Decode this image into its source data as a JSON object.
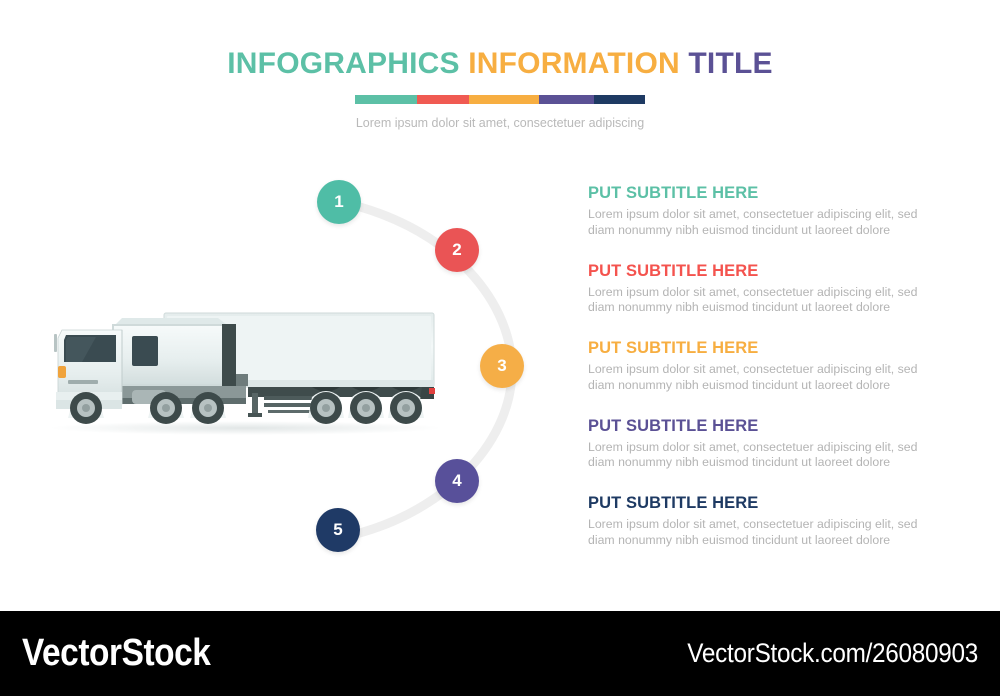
{
  "header": {
    "title_word_1": "INFOGRAPHICS",
    "title_word_2": "INFORMATION",
    "title_word_3": "TITLE",
    "subtitle": "Lorem ipsum dolor sit amet, consectetuer adipiscing"
  },
  "colors": {
    "teal": "#5CC0A6",
    "red": "#F05A52",
    "orange": "#F7AE41",
    "purple": "#5B5195",
    "navy": "#1E3A63",
    "curve_gray": "#EEEEEE",
    "body_text": "#b4b4b4"
  },
  "accent_bar": {
    "segments": [
      "#5CC0A6",
      "#F05A52",
      "#F7AE41",
      "#5B5195",
      "#1E3A63"
    ]
  },
  "nodes": [
    {
      "number": "1",
      "color": "#4FBDA6"
    },
    {
      "number": "2",
      "color": "#EA5455"
    },
    {
      "number": "3",
      "color": "#F5AE47"
    },
    {
      "number": "4",
      "color": "#58509A"
    },
    {
      "number": "5",
      "color": "#1F3A66"
    }
  ],
  "illustration": {
    "name": "semi-truck-with-trailer",
    "body_color": "#eef3f3",
    "wheel_color": "#3d4a4a",
    "taillight_color": "#e0413f"
  },
  "blocks": [
    {
      "heading": "PUT SUBTITLE HERE",
      "color": "#5CC0A6",
      "description": "Lorem ipsum dolor sit amet, consectetuer adipiscing elit, sed diam nonummy nibh euismod tincidunt ut laoreet dolore"
    },
    {
      "heading": "PUT SUBTITLE HERE",
      "color": "#F4534E",
      "description": "Lorem ipsum dolor sit amet, consectetuer adipiscing elit, sed diam nonummy nibh euismod tincidunt ut laoreet dolore"
    },
    {
      "heading": "PUT SUBTITLE HERE",
      "color": "#F7AE41",
      "description": "Lorem ipsum dolor sit amet, consectetuer adipiscing elit, sed diam nonummy nibh euismod tincidunt ut laoreet dolore"
    },
    {
      "heading": "PUT SUBTITLE HERE",
      "color": "#5B5195",
      "description": "Lorem ipsum dolor sit amet, consectetuer adipiscing elit, sed diam nonummy nibh euismod tincidunt ut laoreet dolore"
    },
    {
      "heading": "PUT SUBTITLE HERE",
      "color": "#1E3A63",
      "description": "Lorem ipsum dolor sit amet, consectetuer adipiscing elit, sed diam nonummy nibh euismod tincidunt ut laoreet dolore"
    }
  ],
  "footer": {
    "brand": "VectorStock",
    "url": "VectorStock.com/26080903"
  }
}
